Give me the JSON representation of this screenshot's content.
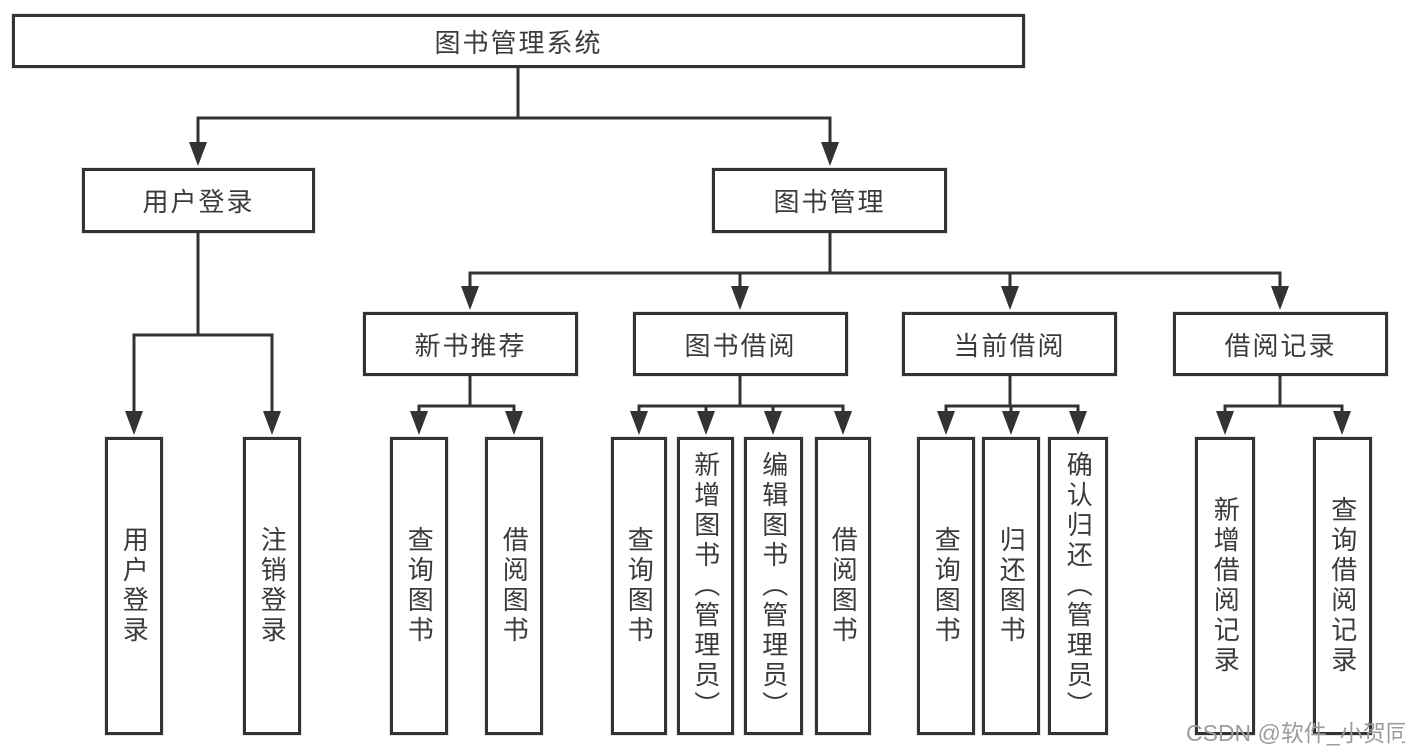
{
  "diagram": {
    "root": "图书管理系统",
    "branch_user": {
      "label": "用户登录",
      "leaves": [
        "用户登录",
        "注销登录"
      ]
    },
    "branch_book": {
      "label": "图书管理",
      "groups": [
        {
          "label": "新书推荐",
          "leaves": [
            "查询图书",
            "借阅图书"
          ]
        },
        {
          "label": "图书借阅",
          "leaves": [
            "查询图书",
            "新增图书（管理员）",
            "编辑图书（管理员）",
            "借阅图书"
          ]
        },
        {
          "label": "当前借阅",
          "leaves": [
            "查询图书",
            "归还图书",
            "确认归还（管理员）"
          ]
        },
        {
          "label": "借阅记录",
          "leaves": [
            "新增借阅记录",
            "查询借阅记录"
          ]
        }
      ]
    }
  },
  "watermark": "CSDN @软件_小贺同学",
  "colors": {
    "line": "#333333",
    "box_border": "#333333",
    "box_fill": "#ffffff",
    "text": "#3b3b3b",
    "watermark": "#9c9c9c",
    "background": "#ffffff"
  }
}
